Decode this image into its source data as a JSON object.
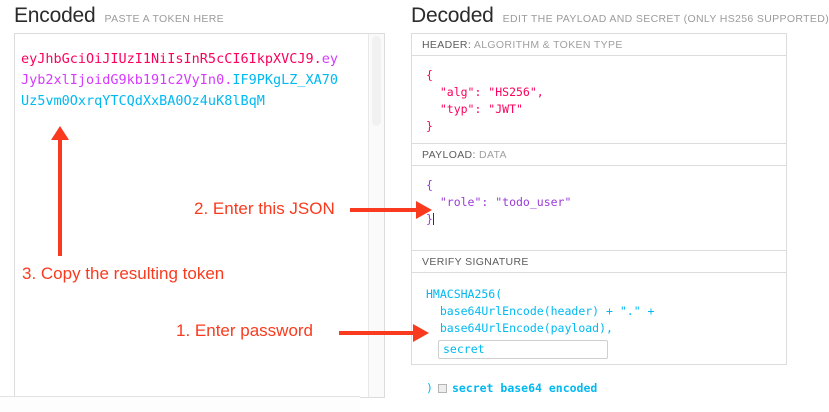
{
  "encoded": {
    "title": "Encoded",
    "subtitle": "PASTE A TOKEN HERE",
    "token": {
      "header_b64": "eyJhbGciOiJIUzI1NiIsInR5cCI6IkpXVCJ9",
      "dot1": ".",
      "payload_b64": "eyJyb2xlIjoidG9kb191c2VyIn0",
      "dot2": ".",
      "signature_b64": "IF9PKgLZ_XA70Uz5vm0OxrqYTCQdXxBA0Oz4uK8lBqM",
      "full": "eyJhbGciOiJIUzI1NiIsInR5cCI6IkpXVCJ9.eyJyb2xlIjoidG9kb191c2VyIn0.IF9PKgLZ_XA70Uz5vm0OxrqYTCQdXxBA0Oz4uK8lBqM"
    }
  },
  "decoded": {
    "title": "Decoded",
    "subtitle": "EDIT THE PAYLOAD AND SECRET (ONLY HS256 SUPPORTED)",
    "sections": {
      "header": {
        "label_strong": "HEADER:",
        "label_dim": "ALGORITHM & TOKEN TYPE",
        "json": "{\n  \"alg\": \"HS256\",\n  \"typ\": \"JWT\"\n}"
      },
      "payload": {
        "label_strong": "PAYLOAD:",
        "label_dim": "DATA",
        "json_line1": "{",
        "json_line2": "  \"role\": \"todo_user\"",
        "json_line3": "}"
      },
      "signature": {
        "label_strong": "VERIFY SIGNATURE",
        "label_dim": "",
        "line1": "HMACSHA256(",
        "line2": "  base64UrlEncode(header) + \".\" +",
        "line3": "  base64UrlEncode(payload),",
        "secret_value": "secret",
        "secret_placeholder": "secret",
        "close_paren": ")",
        "base64_label": "secret base64 encoded",
        "base64_checked": false
      }
    }
  },
  "annotations": [
    {
      "id": "step-1",
      "text": "1. Enter password"
    },
    {
      "id": "step-2",
      "text": "2. Enter this JSON"
    },
    {
      "id": "step-3",
      "text": "3. Copy the resulting token"
    }
  ],
  "colors": {
    "header_red": "#fb015b",
    "payload_purple": "#d63aff",
    "signature_blue": "#00b9f1",
    "annotation_red": "#fa3a1e",
    "panel_border": "#dcdcdc",
    "title_text": "#2b2b2b",
    "subtitle_text": "#9b9b9b"
  }
}
